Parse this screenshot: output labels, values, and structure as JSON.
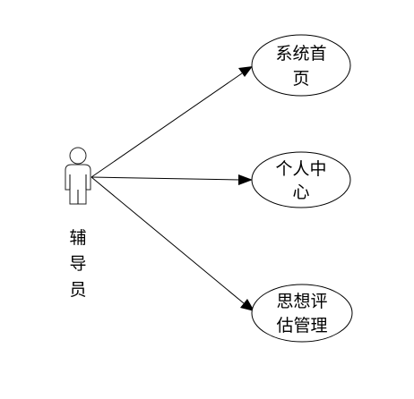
{
  "actor": {
    "name": "actor-counselor",
    "label_lines": [
      "辅",
      "导",
      "员"
    ]
  },
  "use_cases": [
    {
      "name": "usecase-system-home",
      "label_lines": [
        "系统首",
        "页"
      ]
    },
    {
      "name": "usecase-personal-center",
      "label_lines": [
        "个人中",
        "心"
      ]
    },
    {
      "name": "usecase-ideology-assessment",
      "label_lines": [
        "思想评",
        "估管理"
      ]
    }
  ],
  "colors": {
    "stroke": "#000000",
    "background": "#ffffff"
  }
}
